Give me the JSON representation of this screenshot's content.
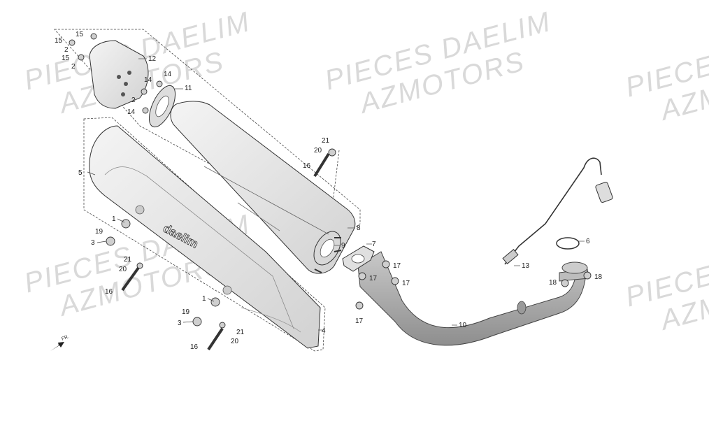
{
  "watermarks": [
    {
      "line1": "PIECES DAELIM",
      "line2": "AZMOTORS"
    },
    {
      "line1": "PIECES DAELIM",
      "line2": "AZMOTORS"
    },
    {
      "line1": "PIECES DAELIM",
      "line2": "AZMOTORS"
    },
    {
      "line1": "PIECES",
      "line2": "AZM"
    },
    {
      "line1": "PIECES",
      "line2": "AZM"
    }
  ],
  "brand_text": "daelim",
  "direction_label": "FR.",
  "callouts": {
    "c1a": "1",
    "c1b": "1",
    "c2a": "2",
    "c2b": "2",
    "c2c": "2",
    "c3a": "3",
    "c3b": "3",
    "c4": "4",
    "c5": "5",
    "c6": "6",
    "c7": "7",
    "c8": "8",
    "c9": "9",
    "c10": "10",
    "c11": "11",
    "c12": "12",
    "c13": "13",
    "c14a": "14",
    "c14b": "14",
    "c14c": "14",
    "c15a": "15",
    "c15b": "15",
    "c15c": "15",
    "c16a": "16",
    "c16b": "16",
    "c16c": "16",
    "c17a": "17",
    "c17b": "17",
    "c17c": "17",
    "c17d": "17",
    "c18a": "18",
    "c18b": "18",
    "c19a": "19",
    "c19b": "19",
    "c20a": "20",
    "c20b": "20",
    "c20c": "20",
    "c21a": "21",
    "c21b": "21",
    "c21c": "21"
  },
  "colors": {
    "outline": "#333333",
    "part_fill": "#e6e6e6",
    "pipe_fill": "#a9a9a9",
    "watermark": "#d9d9d9"
  }
}
